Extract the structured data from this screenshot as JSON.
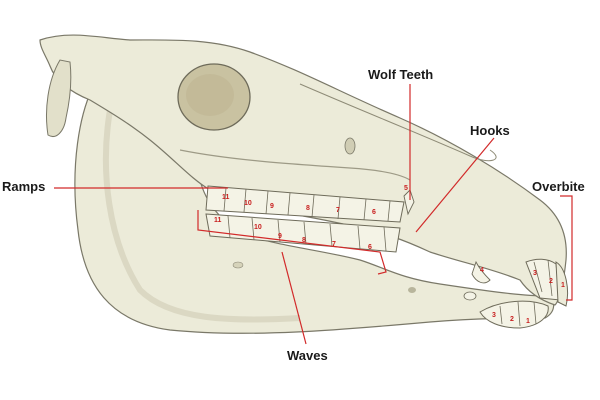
{
  "callouts": {
    "ramps": "Ramps",
    "wolf_teeth": "Wolf Teeth",
    "hooks": "Hooks",
    "overbite": "Overbite",
    "waves": "Waves"
  },
  "tooth_numbers": {
    "upper_cheek": [
      "11",
      "10",
      "9",
      "8",
      "7",
      "6",
      "5"
    ],
    "lower_cheek": [
      "11",
      "10",
      "9",
      "8",
      "7",
      "6"
    ],
    "upper_incisors": [
      "3",
      "2",
      "1"
    ],
    "lower_incisors": [
      "3",
      "2",
      "1"
    ],
    "canine": "4"
  },
  "colors": {
    "bone": "#ecebd9",
    "bone_shade": "#d8d6bf",
    "outline": "#7a7868",
    "eye_socket": "#c9c2a1",
    "callout_line": "#d22a2a",
    "tooth_number": "#c81e1e"
  }
}
